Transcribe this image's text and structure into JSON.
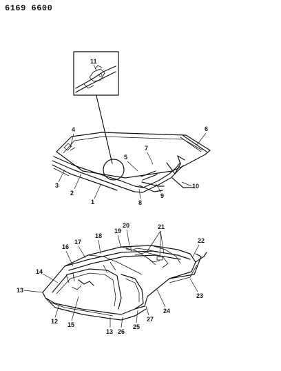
{
  "header": {
    "part_code": "6169 6600"
  },
  "callouts_top": [
    "11",
    "4",
    "6",
    "7",
    "5",
    "3",
    "2",
    "1",
    "8",
    "9",
    "10"
  ],
  "callouts_bottom": [
    "20",
    "21",
    "19",
    "18",
    "17",
    "16",
    "22",
    "14",
    "13",
    "12",
    "15",
    "13",
    "26",
    "25",
    "27",
    "24",
    "23"
  ]
}
